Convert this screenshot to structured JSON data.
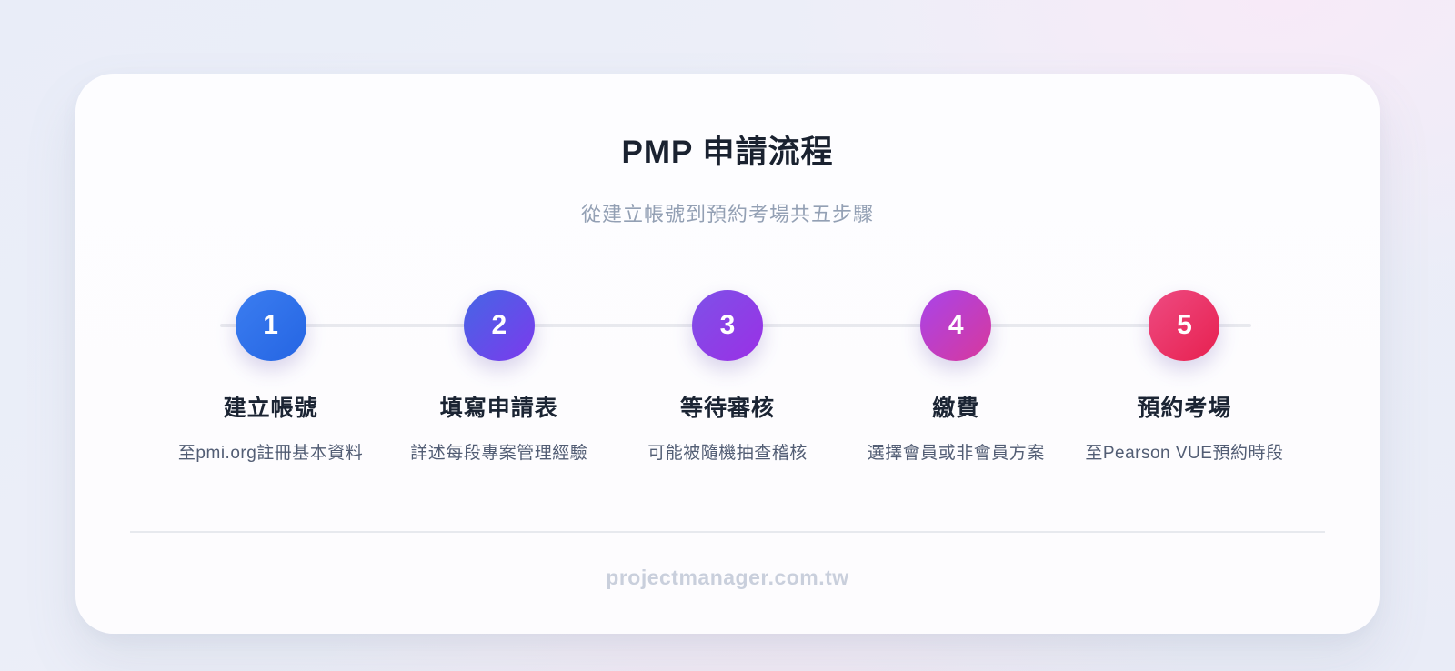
{
  "page": {
    "title": "PMP 申請流程",
    "subtitle": "從建立帳號到預約考場共五步驟",
    "footer": "projectmanager.com.tw"
  },
  "colors": {
    "background_left": "#e9edf8",
    "background_right_pink": "#f8eaf8",
    "card": "#fdfdff",
    "timeline": "#e8e9ee",
    "title_text": "#1a2230",
    "subtitle_text": "#93a0b4",
    "step_title_text": "#1b2433",
    "step_desc_text": "#525d74",
    "footer_text": "#c9cfdc"
  },
  "steps": [
    {
      "number": "1",
      "title": "建立帳號",
      "description": "至pmi.org註冊基本資料",
      "color_start": "#3b7df0",
      "color_end": "#2565e3"
    },
    {
      "number": "2",
      "title": "填寫申請表",
      "description": "詳述每段專案管理經驗",
      "color_start": "#4566e5",
      "color_end": "#7c3aed"
    },
    {
      "number": "3",
      "title": "等待審核",
      "description": "可能被隨機抽查稽核",
      "color_start": "#7e51e8",
      "color_end": "#9a30e5"
    },
    {
      "number": "4",
      "title": "繳費",
      "description": "選擇會員或非會員方案",
      "color_start": "#a844ea",
      "color_end": "#d8389c"
    },
    {
      "number": "5",
      "title": "預約考場",
      "description": "至Pearson VUE預約時段",
      "color_start": "#ee4b82",
      "color_end": "#e7204f"
    }
  ]
}
